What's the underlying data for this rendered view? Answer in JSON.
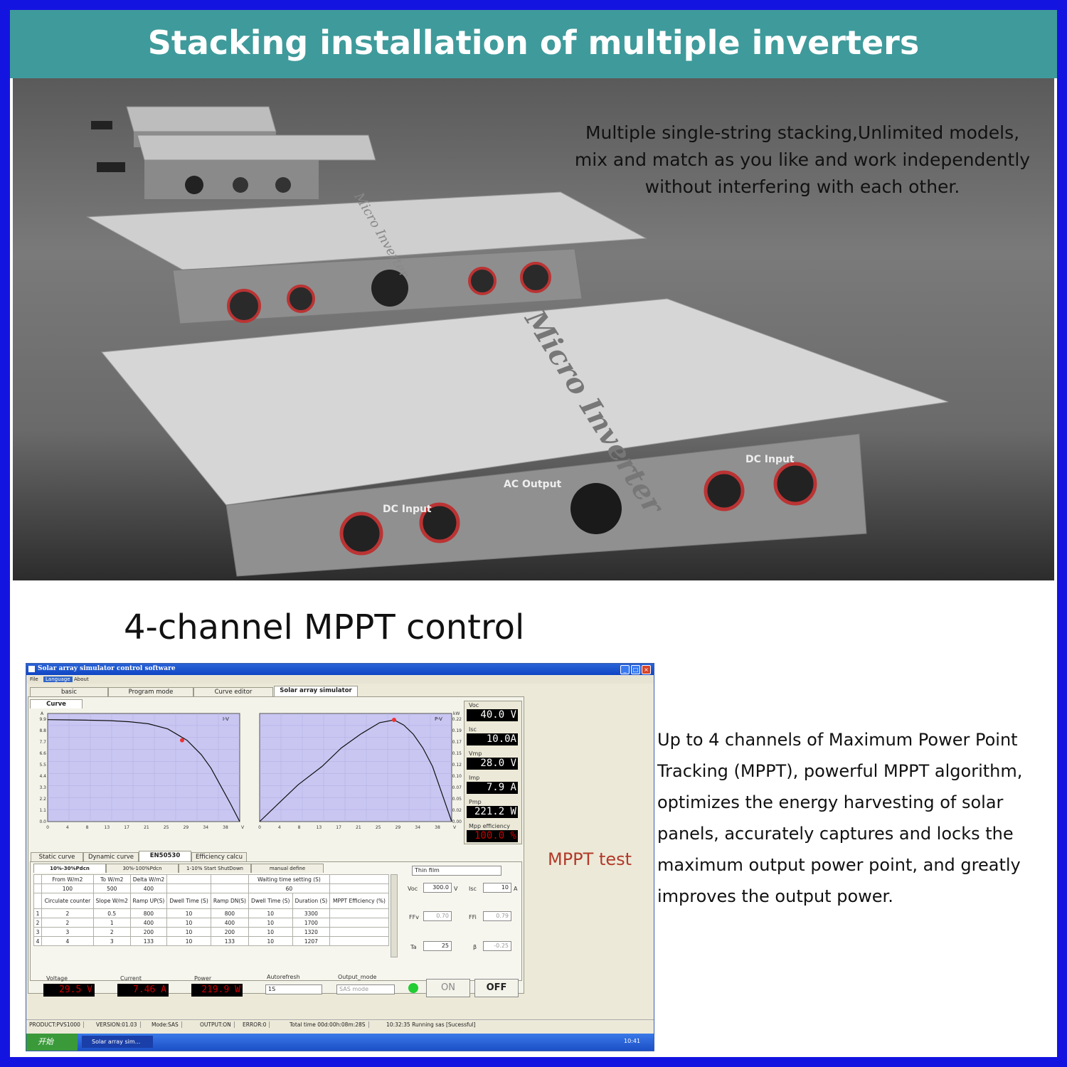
{
  "banner": {
    "title": "Stacking installation of multiple inverters"
  },
  "photo": {
    "caption_lines": [
      "Multiple single-string stacking,Unlimited models,",
      "mix and match as you like and work independently",
      "without interfering with each other."
    ],
    "product_label": "Micro Inverter",
    "port_labels": {
      "dc_input": "DC Input",
      "ac_output": "AC Output"
    }
  },
  "section2": {
    "title": "4-channel MPPT control",
    "mppt_test_label": "MPPT test",
    "description_lines": [
      "Up to 4 channels of Maximum Power Point",
      "Tracking (MPPT), powerful MPPT algorithm,",
      " optimizes the energy harvesting of solar",
      " panels, accurately captures and locks the",
      "maximum output power point, and greatly",
      "improves the output power."
    ]
  },
  "app": {
    "window_title": "Solar array simulator control software",
    "menu": [
      "File",
      "Language",
      "About"
    ],
    "tabs": [
      "basic",
      "Program mode",
      "Curve editor",
      "Solar array simulator"
    ],
    "selected_tab": "Solar array simulator",
    "curve_tab": "Curve",
    "iv_label": "I-V",
    "pv_label": "P-V",
    "iv_y_unit": "A",
    "pv_y_unit": "kW",
    "x_unit": "V",
    "iv_yticks": [
      "9.9",
      "8.8",
      "7.7",
      "6.6",
      "5.5",
      "4.4",
      "3.3",
      "2.2",
      "1.1",
      "0.0"
    ],
    "pv_yticks": [
      "0.22",
      "0.19",
      "0.17",
      "0.15",
      "0.12",
      "0.10",
      "0.07",
      "0.05",
      "0.02",
      "0.00"
    ],
    "xticks": [
      "0",
      "4",
      "8",
      "13",
      "17",
      "21",
      "25",
      "29",
      "34",
      "38"
    ],
    "readouts": [
      {
        "label": "Voc",
        "value": "40.0 V"
      },
      {
        "label": "Isc",
        "value": "10.0A"
      },
      {
        "label": "Vmp",
        "value": "28.0 V"
      },
      {
        "label": "Imp",
        "value": "7.9 A"
      },
      {
        "label": "Pmp",
        "value": "221.2 W"
      },
      {
        "label": "Mpp efficiency",
        "value": "100.0 %"
      }
    ],
    "sub_tabs": [
      "Static curve",
      "Dynamic curve",
      "EN50530",
      "Efficiency calcu"
    ],
    "sub_tabs2": [
      "10%-30%Pdcn",
      "30%-100%Pdcn",
      "1-10% Start ShutDown",
      "manual define"
    ],
    "table": {
      "head1": [
        "From W/m2",
        "To W/m2",
        "Delta W/m2",
        "",
        "",
        "Waiting time setting (S)",
        ""
      ],
      "head1_values": [
        "100",
        "500",
        "400",
        "",
        "",
        "60",
        ""
      ],
      "head2": [
        "Circulate counter",
        "Slope W/m2",
        "Ramp UP(S)",
        "Dwell Time (S)",
        "Ramp DN(S)",
        "Dwell Time (S)",
        "Duration (S)",
        "MPPT Efficiency (%)"
      ],
      "rows": [
        [
          "1",
          "2",
          "0.5",
          "800",
          "10",
          "800",
          "10",
          "3300",
          ""
        ],
        [
          "2",
          "2",
          "1",
          "400",
          "10",
          "400",
          "10",
          "1700",
          ""
        ],
        [
          "3",
          "3",
          "2",
          "200",
          "10",
          "200",
          "10",
          "1320",
          ""
        ],
        [
          "4",
          "4",
          "3",
          "133",
          "10",
          "133",
          "10",
          "1207",
          ""
        ]
      ]
    },
    "params": {
      "type": "Thin film",
      "voc_label": "Voc",
      "voc": "300.0",
      "voc_unit": "V",
      "isc_label": "Isc",
      "isc": "10",
      "isc_unit": "A",
      "ffv_label": "FFv",
      "ffv": "0.70",
      "ffi_label": "FFi",
      "ffi": "0.79",
      "ta_label": "Ta",
      "ta": "25",
      "beta_label": "β",
      "beta": "-0.25"
    },
    "bottom": {
      "voltage_label": "Voltage",
      "voltage": "29.5 V",
      "current_label": "Current",
      "current": "7.46 A",
      "power_label": "Power",
      "power": "219.9 W",
      "autorefresh_label": "Autorefresh",
      "autorefresh": "1S",
      "output_mode_label": "Output_mode",
      "output_mode": "SAS mode",
      "on": "ON",
      "off": "OFF",
      "led_color": "#22cc33"
    },
    "status": [
      "PRODUCT:PVS1000",
      "VERSION:01.03",
      "Mode:SAS",
      "OUTPUT:ON",
      "ERROR:0",
      "Total time 00d:00h:08m:28S",
      "10:32:35 Running sas [Sucessful]"
    ],
    "taskbar": {
      "start": "开始",
      "task": "Solar array sim...",
      "clock": "10:41"
    }
  },
  "chart_data": [
    {
      "type": "line",
      "title": "I-V",
      "xlabel": "V",
      "ylabel": "A",
      "x": [
        0,
        4,
        8,
        13,
        17,
        21,
        25,
        29,
        32,
        34,
        36,
        38,
        40
      ],
      "y": [
        9.9,
        9.88,
        9.85,
        9.8,
        9.7,
        9.5,
        9.0,
        7.9,
        6.5,
        5.2,
        3.5,
        1.8,
        0
      ],
      "xlim": [
        0,
        40
      ],
      "ylim": [
        0,
        10.5
      ],
      "marker": {
        "x": 28,
        "y": 7.9
      }
    },
    {
      "type": "line",
      "title": "P-V",
      "xlabel": "V",
      "ylabel": "kW",
      "x": [
        0,
        4,
        8,
        13,
        17,
        21,
        25,
        28,
        30,
        32,
        34,
        36,
        38,
        40
      ],
      "y": [
        0,
        0.04,
        0.08,
        0.12,
        0.16,
        0.19,
        0.215,
        0.221,
        0.21,
        0.19,
        0.16,
        0.12,
        0.06,
        0
      ],
      "xlim": [
        0,
        40
      ],
      "ylim": [
        0,
        0.235
      ],
      "marker": {
        "x": 28,
        "y": 0.221
      }
    }
  ]
}
